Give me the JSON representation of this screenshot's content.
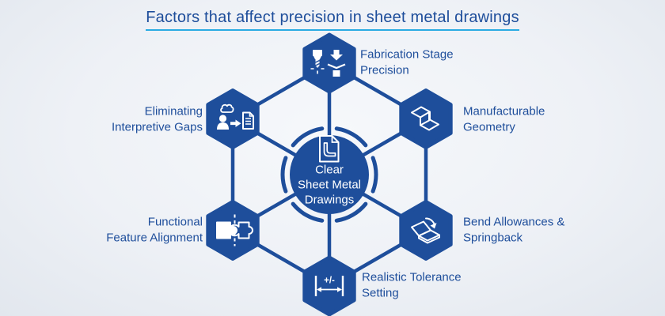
{
  "title": {
    "text": "Factors that affect precision in sheet metal drawings"
  },
  "center": {
    "icon": "sheet-metal-drawing-document-icon",
    "lines": [
      "Clear",
      "Sheet Metal",
      "Drawings"
    ]
  },
  "nodes": [
    {
      "id": "fabrication-stage-precision",
      "position": "top",
      "icon": "milling-and-press-brake-icon",
      "label_lines": [
        "Fabrication Stage",
        "Precision"
      ]
    },
    {
      "id": "manufacturable-geometry",
      "position": "top-right",
      "icon": "bent-sheet-part-3d-icon",
      "label_lines": [
        "Manufacturable",
        "Geometry"
      ]
    },
    {
      "id": "bend-allowances-springback",
      "position": "bottom-right",
      "icon": "springback-bend-icon",
      "label_lines": [
        "Bend Allowances &",
        "Springback"
      ]
    },
    {
      "id": "realistic-tolerance-setting",
      "position": "bottom",
      "icon": "plus-minus-tolerance-icon",
      "icon_text": "+/-",
      "label_lines": [
        "Realistic Tolerance",
        "Setting"
      ]
    },
    {
      "id": "functional-feature-alignment",
      "position": "bottom-left",
      "icon": "puzzle-fit-icon",
      "label_lines": [
        "Functional",
        "Feature Alignment"
      ]
    },
    {
      "id": "eliminating-interpretive-gaps",
      "position": "top-left",
      "icon": "person-thought-to-document-icon",
      "label_lines": [
        "Eliminating",
        "Interpretive Gaps"
      ]
    }
  ],
  "colors": {
    "primary_blue": "#1e4e9b",
    "underline_blue": "#2aabe3",
    "icon_white": "#ffffff",
    "background_center": "#f6f8fb",
    "background_edge": "#e2e7ee"
  }
}
